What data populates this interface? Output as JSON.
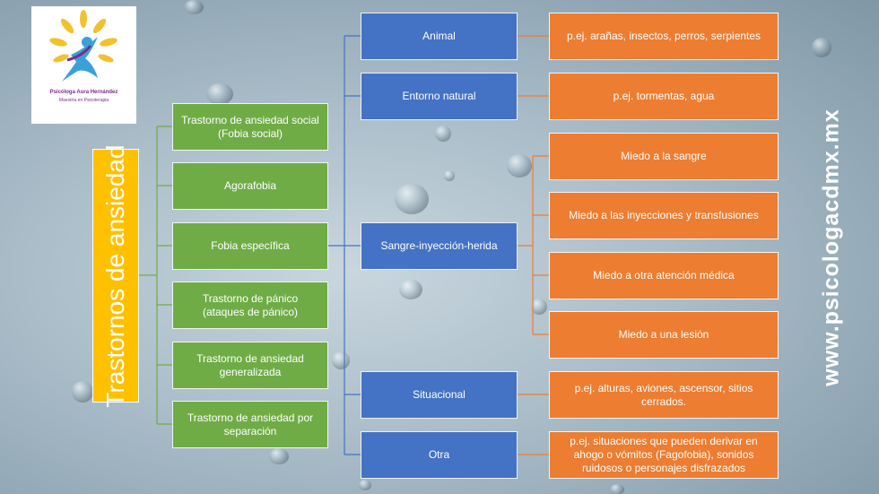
{
  "title": "Trastornos de ansiedad",
  "logo": {
    "name": "Psicóloga Aura Hernández",
    "subtitle": "Maestría en Psicoterapia"
  },
  "website": "www.psicologacdmx.mx",
  "categories": [
    "Trastorno de ansiedad social (Fobia social)",
    "Agorafobia",
    "Fobia específica",
    "Trastorno de pánico (ataques de pánico)",
    "Trastorno de ansiedad generalizada",
    "Trastorno de ansiedad por separación"
  ],
  "subtypes": [
    "Animal",
    "Entorno natural",
    "Sangre-inyección-herida",
    "Situacional",
    "Otra"
  ],
  "examples": {
    "animal": "p.ej. arañas, insectos, perros, serpientes",
    "entorno": "p.ej. tormentas, agua",
    "sangre": [
      "Miedo a la sangre",
      "Miedo a las inyecciones y transfusiones",
      "Miedo a otra atención médica",
      "Miedo a una lesión"
    ],
    "situacional": "p.ej. alturas, aviones, ascensor, sitios cerrados.",
    "otra": "p.ej. situaciones que pueden derivar en ahogo o vómitos (Fagofobia), sonidos ruidosos o personajes disfrazados"
  },
  "colors": {
    "root": "#ffc000",
    "category": "#6fac46",
    "subtype": "#4472c4",
    "example": "#ed7d31",
    "logo_text": "#7a2d8c"
  }
}
